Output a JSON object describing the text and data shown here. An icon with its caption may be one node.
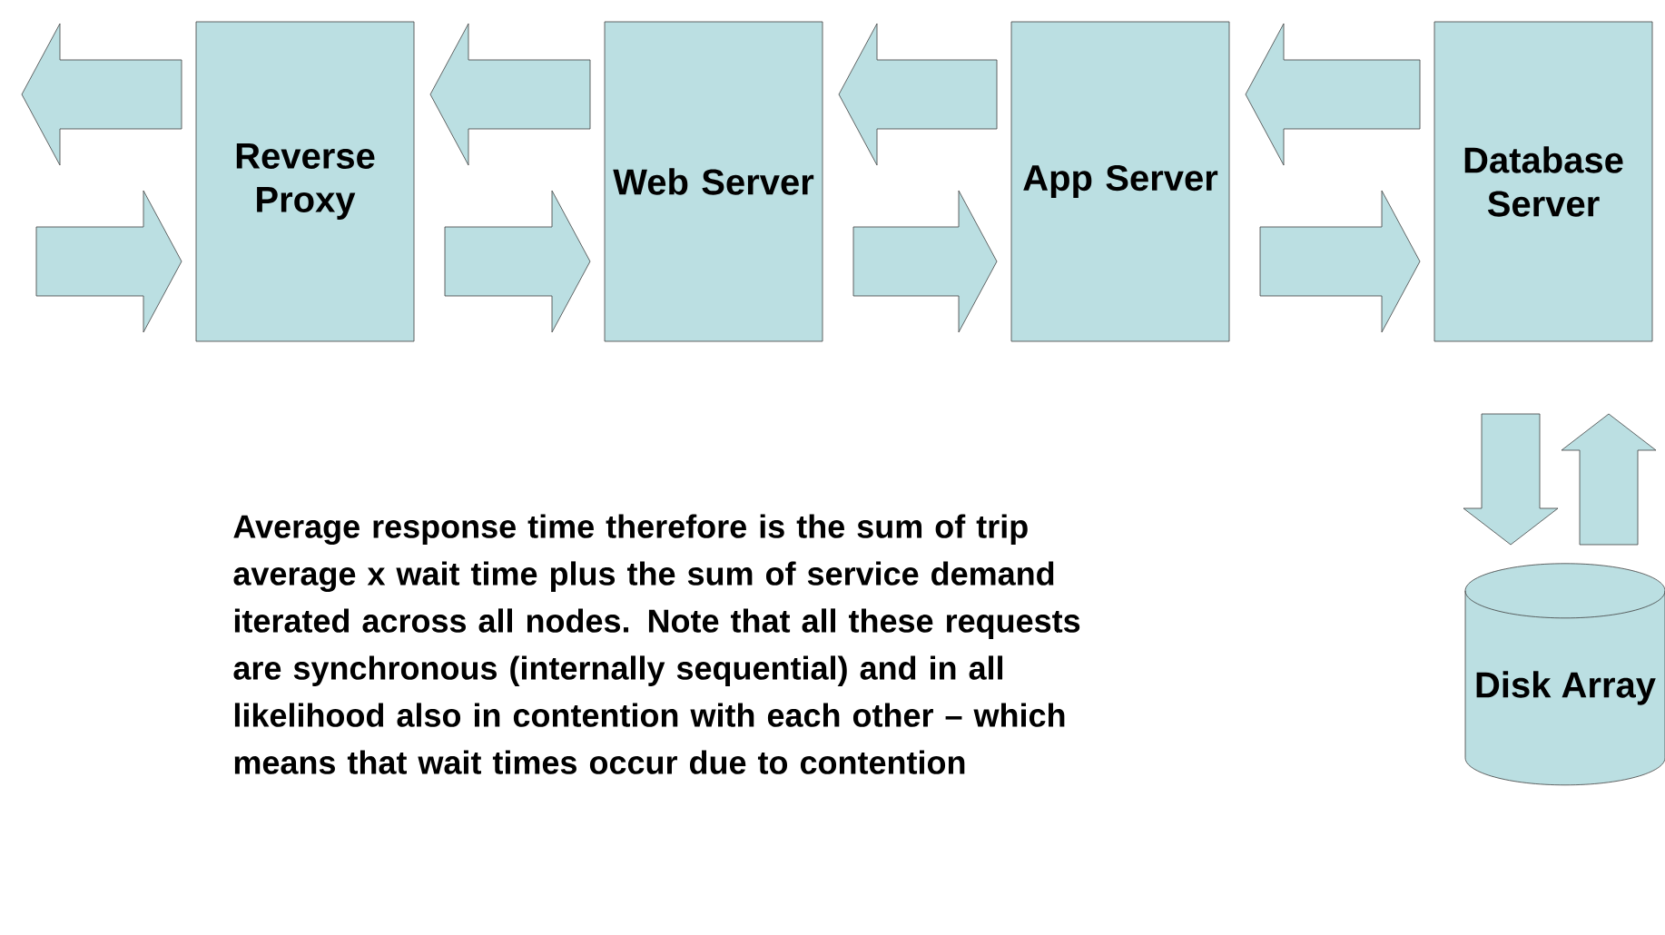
{
  "diagram": {
    "nodes": [
      {
        "text": [
          "Reverse Proxy"
        ]
      },
      {
        "text": [
          "Web Server"
        ]
      },
      {
        "text": [
          "App Server"
        ]
      },
      {
        "text": [
          "Database Server"
        ]
      },
      {
        "text": [
          "Disk Array"
        ]
      }
    ],
    "edges": [
      {
        "from": 0,
        "to": null,
        "arrow": "to"
      },
      {
        "from": null,
        "to": 0,
        "arrow": "to"
      },
      {
        "from": 1,
        "to": 0,
        "arrow": "to"
      },
      {
        "from": 0,
        "to": 1,
        "arrow": "to"
      },
      {
        "from": 2,
        "to": 1,
        "arrow": "to"
      },
      {
        "from": 1,
        "to": 2,
        "arrow": "to"
      },
      {
        "from": 3,
        "to": 2,
        "arrow": "to"
      },
      {
        "from": 2,
        "to": 3,
        "arrow": "to"
      },
      {
        "from": 3,
        "to": 4,
        "arrow": "to"
      },
      {
        "from": 4,
        "to": 3,
        "arrow": "to"
      }
    ],
    "labels": [
      "Average response time therefore is the sum of trip average x wait time plus the sum of service demand iterated across all nodes. Note that all these requests are synchronous (internally sequential) and in all likelihood also in contention with each other – which means that wait times occur due to contention"
    ]
  }
}
